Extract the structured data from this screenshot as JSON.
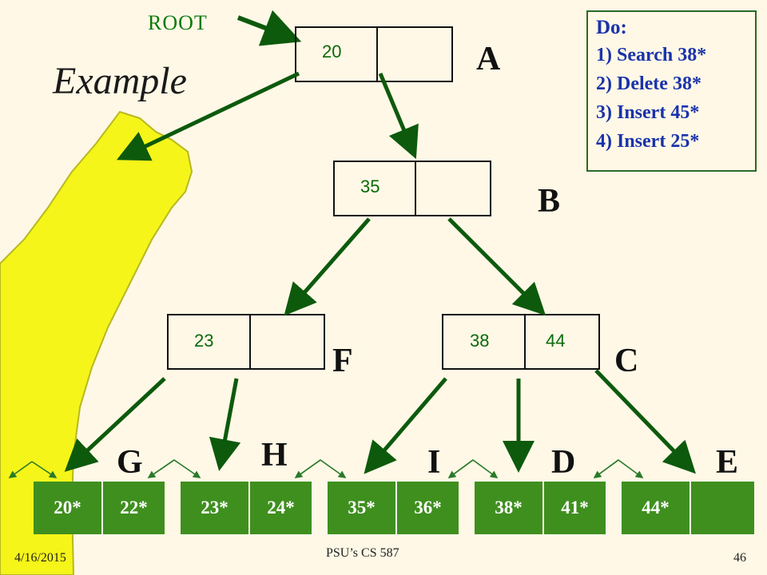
{
  "root_label": "ROOT",
  "title": "Example",
  "todo": {
    "title": "Do:",
    "items": [
      "1)  Search 38*",
      "2)  Delete 38*",
      "3)  Insert 45*",
      "4)  Insert 25*"
    ]
  },
  "nodes": {
    "A": {
      "label": "A",
      "keys": [
        "20"
      ]
    },
    "B": {
      "label": "B",
      "keys": [
        "35"
      ]
    },
    "F": {
      "label": "F",
      "keys": [
        "23"
      ]
    },
    "C": {
      "label": "C",
      "keys": [
        "38",
        "44"
      ]
    }
  },
  "leaves": {
    "G": {
      "label": "G",
      "entries": [
        "20*",
        "22*"
      ]
    },
    "H": {
      "label": "H",
      "entries": [
        "23*",
        "24*"
      ]
    },
    "I": {
      "label": "I",
      "entries": [
        "35*",
        "36*"
      ]
    },
    "D": {
      "label": "D",
      "entries": [
        "38*",
        "41*"
      ]
    },
    "E": {
      "label": "E",
      "entries": [
        "44*",
        ""
      ]
    }
  },
  "footer": {
    "date": "4/16/2015",
    "course": "PSU’s CS 587",
    "page": "46"
  },
  "colors": {
    "background": "#fff8e6",
    "arrow": "#0d5a0d",
    "leaf": "#3f8f1f",
    "yellow_blob": "#f5f51a",
    "todo_text": "#1a33aa"
  }
}
